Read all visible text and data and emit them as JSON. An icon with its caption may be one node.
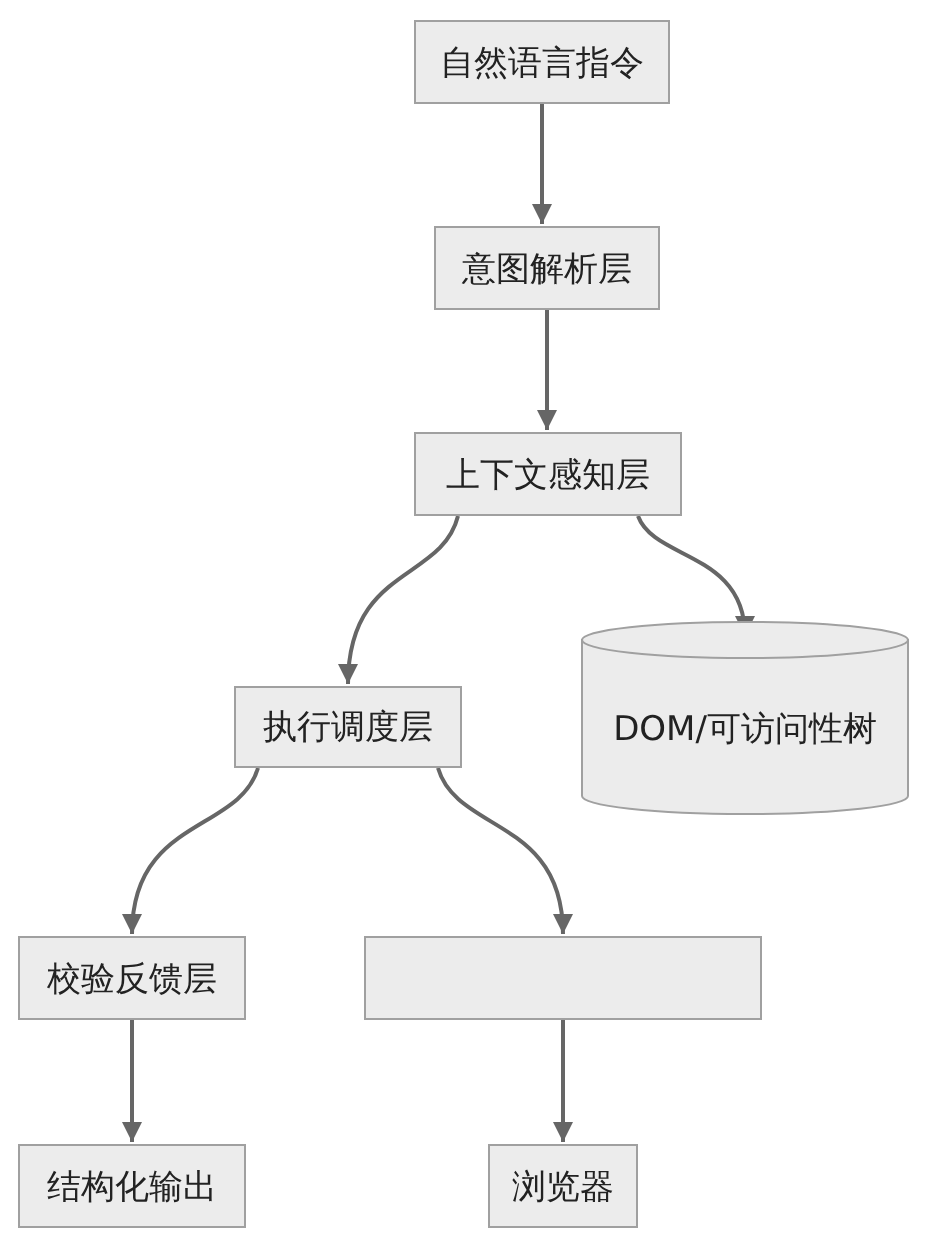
{
  "diagram": {
    "nodes": [
      {
        "text": [
          "自然语言指令"
        ]
      },
      {
        "text": [
          "意图解析层"
        ]
      },
      {
        "text": [
          "上下文感知层"
        ]
      },
      {
        "text": [
          "DOM/可访问性树"
        ]
      },
      {
        "text": [
          "执行调度层"
        ]
      },
      {
        "text": [
          "校验反馈层"
        ]
      },
      {
        "text": [],
        "shape": "box"
      },
      {
        "text": [
          "结构化输出"
        ]
      },
      {
        "text": [
          "浏览器"
        ]
      }
    ],
    "edges": [
      {
        "from": 0,
        "to": 1,
        "arrow": "to"
      },
      {
        "from": 1,
        "to": 2,
        "arrow": "to"
      },
      {
        "from": 2,
        "to": 4,
        "arrow": "to"
      },
      {
        "from": 2,
        "to": 3,
        "arrow": "to"
      },
      {
        "from": 4,
        "to": 5,
        "arrow": "to"
      },
      {
        "from": 4,
        "to": 6,
        "arrow": "to"
      },
      {
        "from": 5,
        "to": 7,
        "arrow": "to"
      },
      {
        "from": 6,
        "to": 8,
        "arrow": "to"
      }
    ]
  }
}
